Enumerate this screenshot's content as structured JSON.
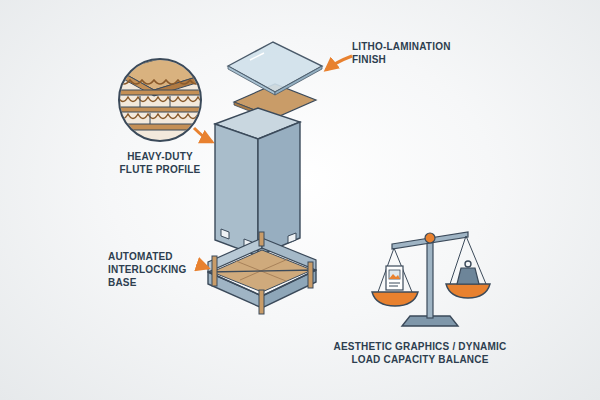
{
  "diagram": {
    "labels": [
      "LITHO-LAMINATION FINISH",
      "HEAVY-DUTY FLUTE PROFILE",
      "AUTOMATED INTERLOCKING BASE",
      "AESTHETIC GRAPHICS / DYNAMIC LOAD CAPACITY BALANCE"
    ]
  }
}
